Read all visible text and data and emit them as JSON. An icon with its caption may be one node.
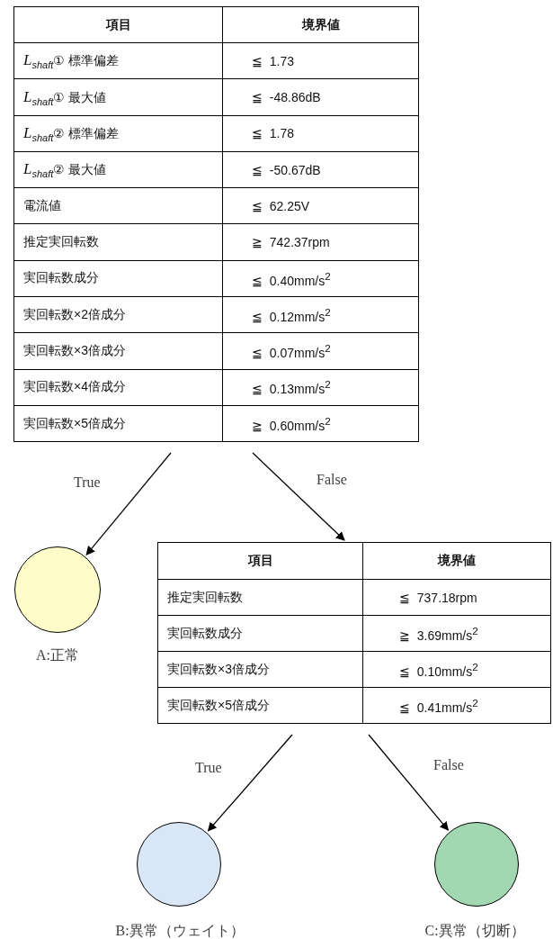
{
  "diagram": {
    "nodes": [
      {
        "text": [
          "項目",
          "境界値",
          "*L*$_{shaft}$① 標準偏差",
          "≦  1.73",
          "*L*$_{shaft}$① 最大値",
          "≦  -48.86dB",
          "*L*$_{shaft}$② 標準偏差",
          "≦  1.78",
          "*L*$_{shaft}$② 最大値",
          "≦  -50.67dB",
          "電流値",
          "≦  62.25V",
          "推定実回転数",
          "≧  742.37rpm",
          "実回転数成分",
          "≦  0.40mm/s$^{2}$",
          "実回転数×2倍成分",
          "≦  0.12mm/s$^{2}$",
          "実回転数×3倍成分",
          "≦  0.07mm/s$^{2}$",
          "実回転数×4倍成分",
          "≦  0.13mm/s$^{2}$",
          "実回転数×5倍成分",
          "≧  0.60mm/s$^{2}$"
        ]
      },
      {
        "text": [],
        "shape": "circle",
        "beside": [
          "A:正常"
        ]
      },
      {
        "text": [
          "項目",
          "境界値",
          "推定実回転数",
          "≦  737.18rpm",
          "実回転数成分",
          "≧  3.69mm/s$^{2}$",
          "実回転数×3倍成分",
          "≦  0.10mm/s$^{2}$",
          "実回転数×5倍成分",
          "≦  0.41mm/s$^{2}$"
        ]
      },
      {
        "text": [],
        "shape": "circle",
        "beside": [
          "B:異常（ウェイト）"
        ]
      },
      {
        "text": [],
        "shape": "circle",
        "beside": [
          "C:異常（切断）"
        ]
      }
    ],
    "edges": [
      {
        "from": 0,
        "to": 1,
        "arrow": "to",
        "label": "True"
      },
      {
        "from": 0,
        "to": 2,
        "arrow": "to",
        "label": "False"
      },
      {
        "from": 2,
        "to": 3,
        "arrow": "to",
        "label": "True"
      },
      {
        "from": 2,
        "to": 4,
        "arrow": "to",
        "label": "False"
      }
    ]
  }
}
